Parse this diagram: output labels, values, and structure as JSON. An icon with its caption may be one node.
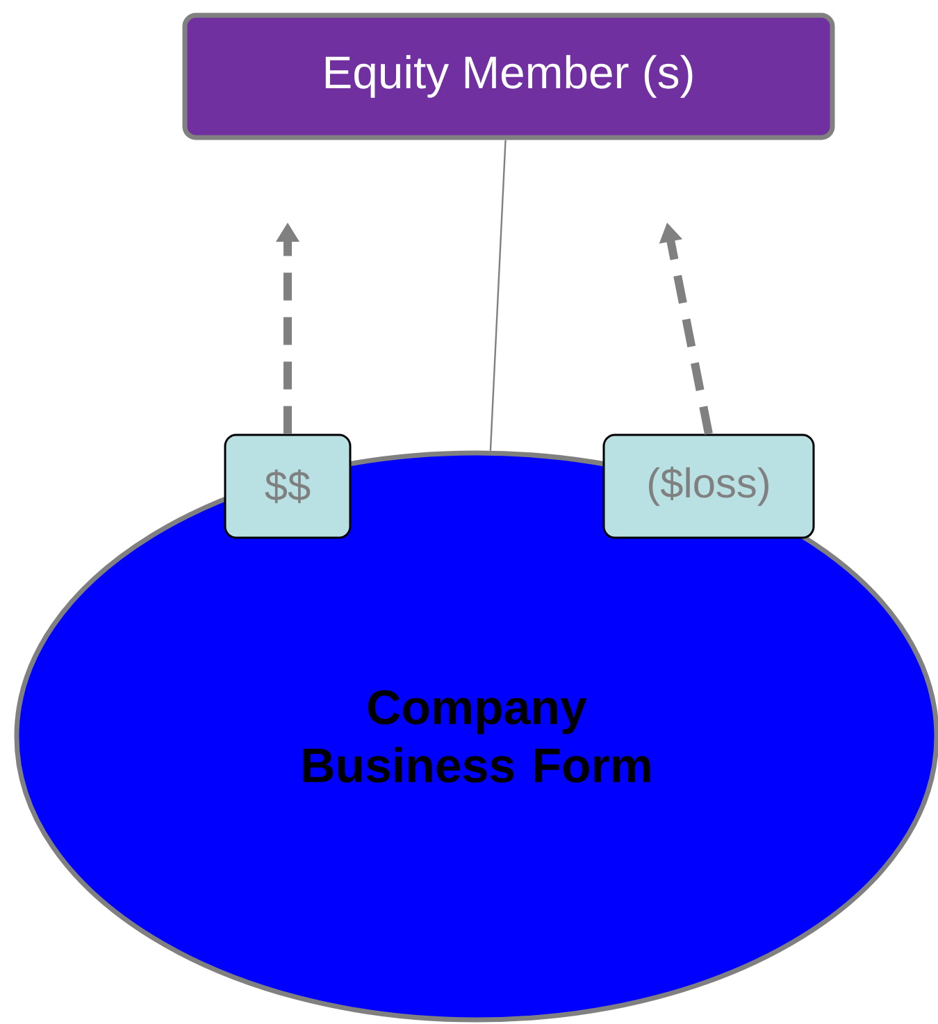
{
  "diagram": {
    "nodes": [
      {
        "text": [
          "Equity Member (s)"
        ]
      },
      {
        "text": [
          "Company Business Form"
        ]
      },
      {
        "text": [
          "$$"
        ]
      },
      {
        "text": [
          "($loss)"
        ]
      }
    ],
    "edges": [
      {
        "from": 0,
        "to": 1,
        "arrow": "none"
      },
      {
        "from": 2,
        "to": null,
        "arrow": "to",
        "style": "dashed"
      },
      {
        "from": 3,
        "to": null,
        "arrow": "to",
        "style": "dashed"
      }
    ]
  }
}
